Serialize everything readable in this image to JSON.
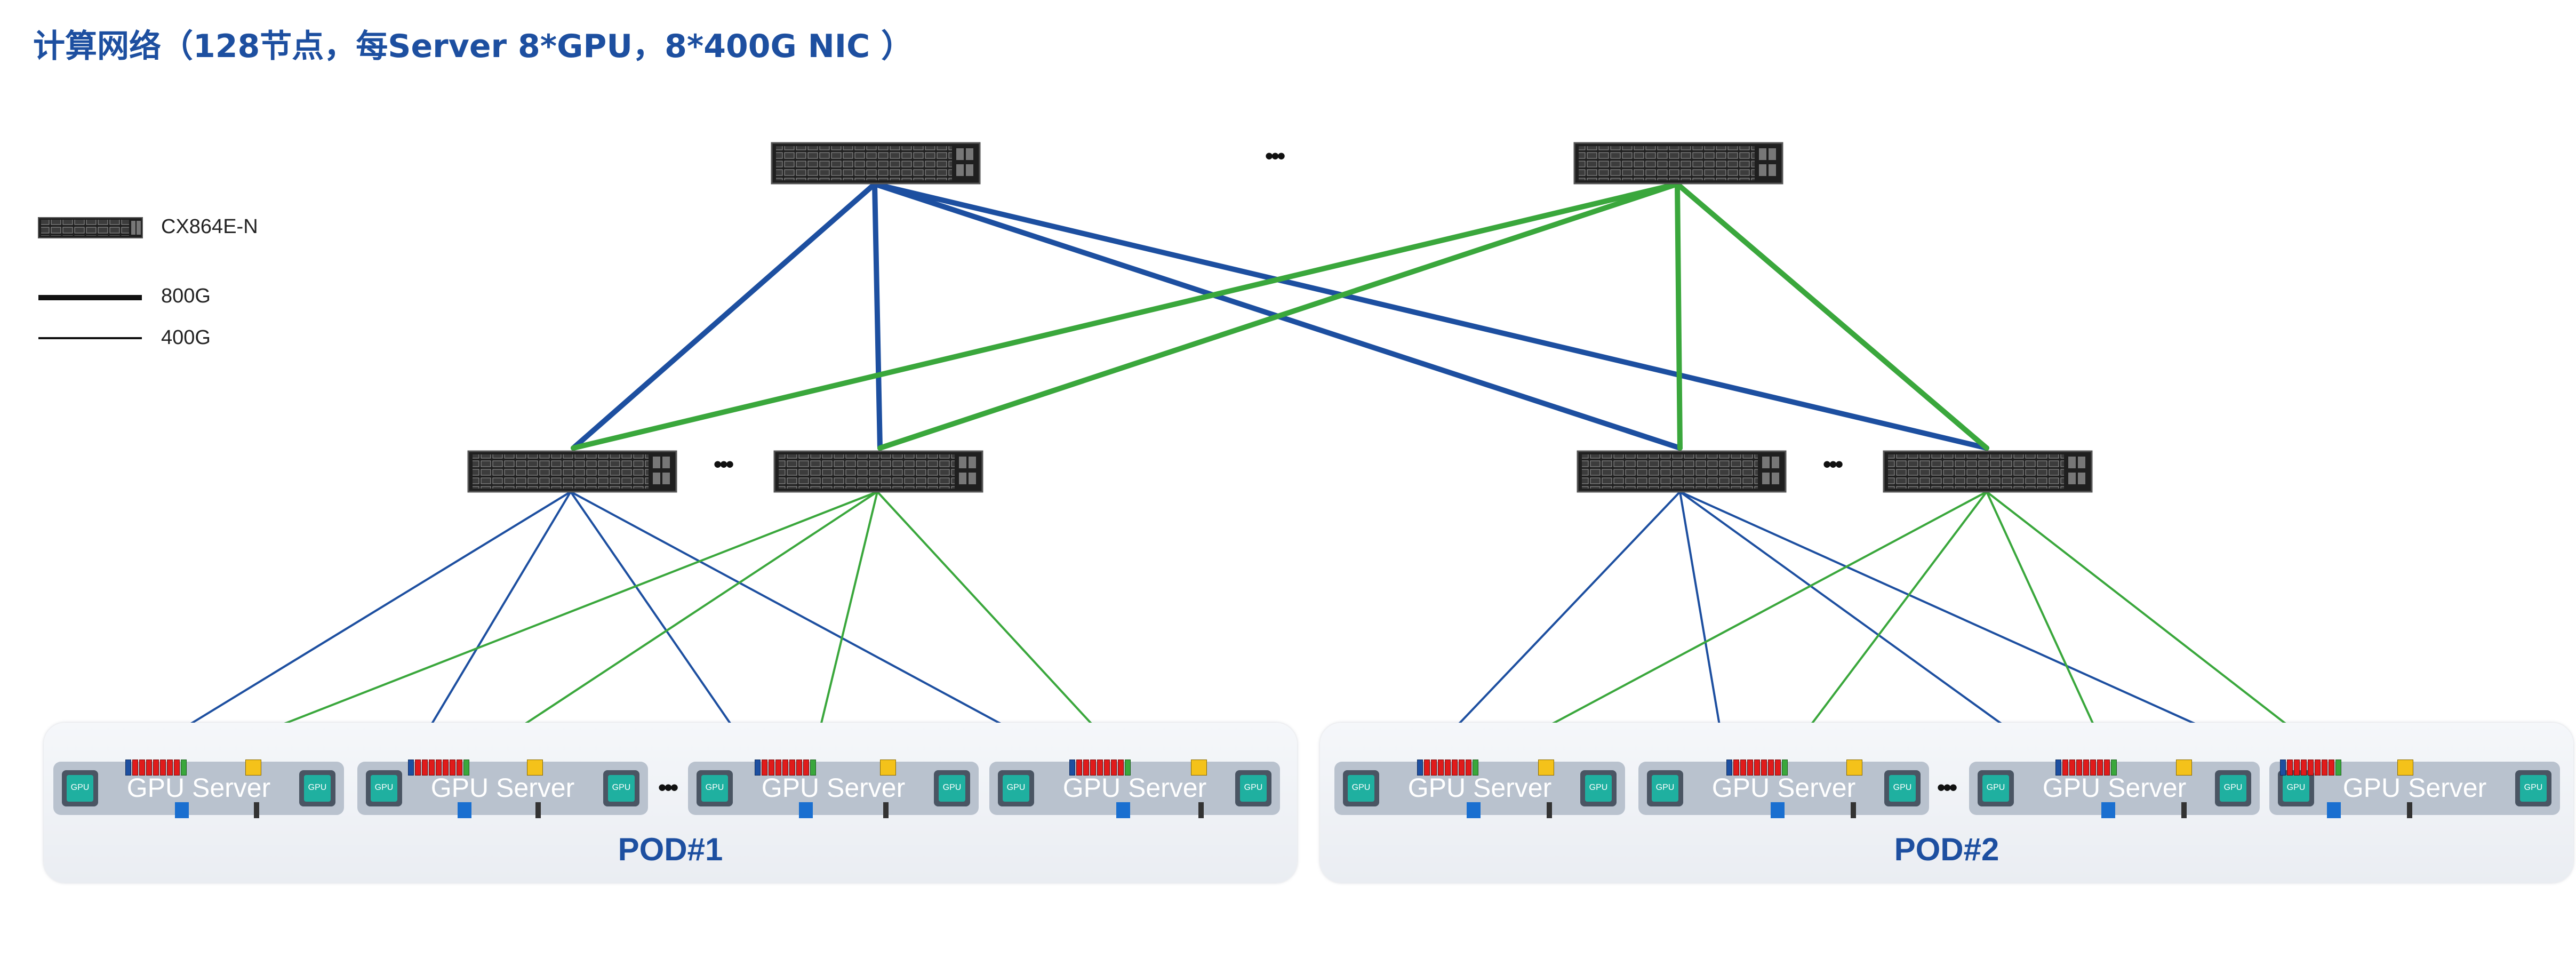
{
  "title": "计算网络（128节点，每Server 8*GPU，8*400G NIC ）",
  "legend": {
    "switch_model": "CX864E-N",
    "thick_line": "800G",
    "thin_line": "400G"
  },
  "ellipsis": "•••",
  "pods": [
    {
      "label": "POD#1"
    },
    {
      "label": "POD#2"
    }
  ],
  "server_label": "GPU Server",
  "chip_label": "GPU",
  "colors": {
    "title": "#1d4fa0",
    "blue_link": "#1d4fa0",
    "green_link": "#3aa73c",
    "nic_port": "#e01b1b",
    "switch": "#2b2b2b",
    "server": "#b9c2ce"
  }
}
